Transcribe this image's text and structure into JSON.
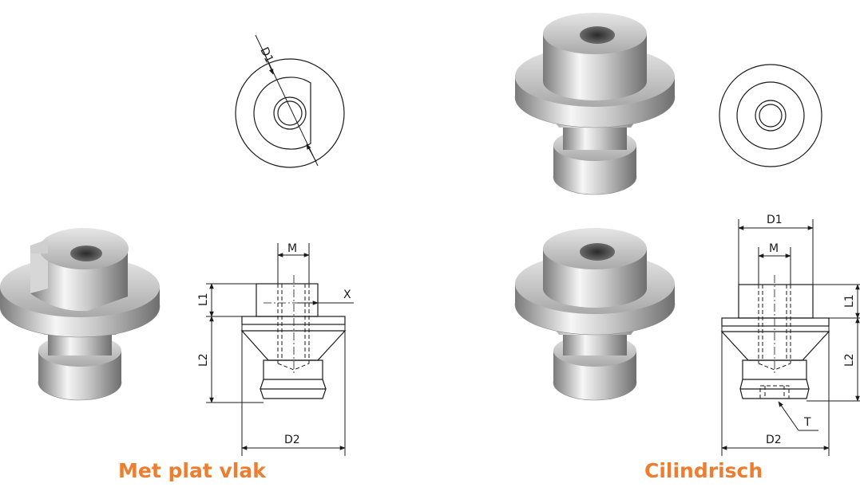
{
  "colors": {
    "accent": "#ee7d2f",
    "line": "#1a1a1a",
    "metal_light": "#f4f4f4",
    "metal_mid": "#b9b9b9",
    "metal_dark": "#6f6f6f"
  },
  "variants": [
    {
      "caption": "Met plat vlak",
      "dimensions": {
        "d1": "D1",
        "m": "M",
        "x": "X",
        "l1": "L1",
        "l2": "L2",
        "d2": "D2"
      }
    },
    {
      "caption": "Cilindrisch",
      "dimensions": {
        "d1": "D1",
        "m": "M",
        "l1": "L1",
        "l2": "L2",
        "d2": "D2",
        "t": "T"
      }
    }
  ]
}
